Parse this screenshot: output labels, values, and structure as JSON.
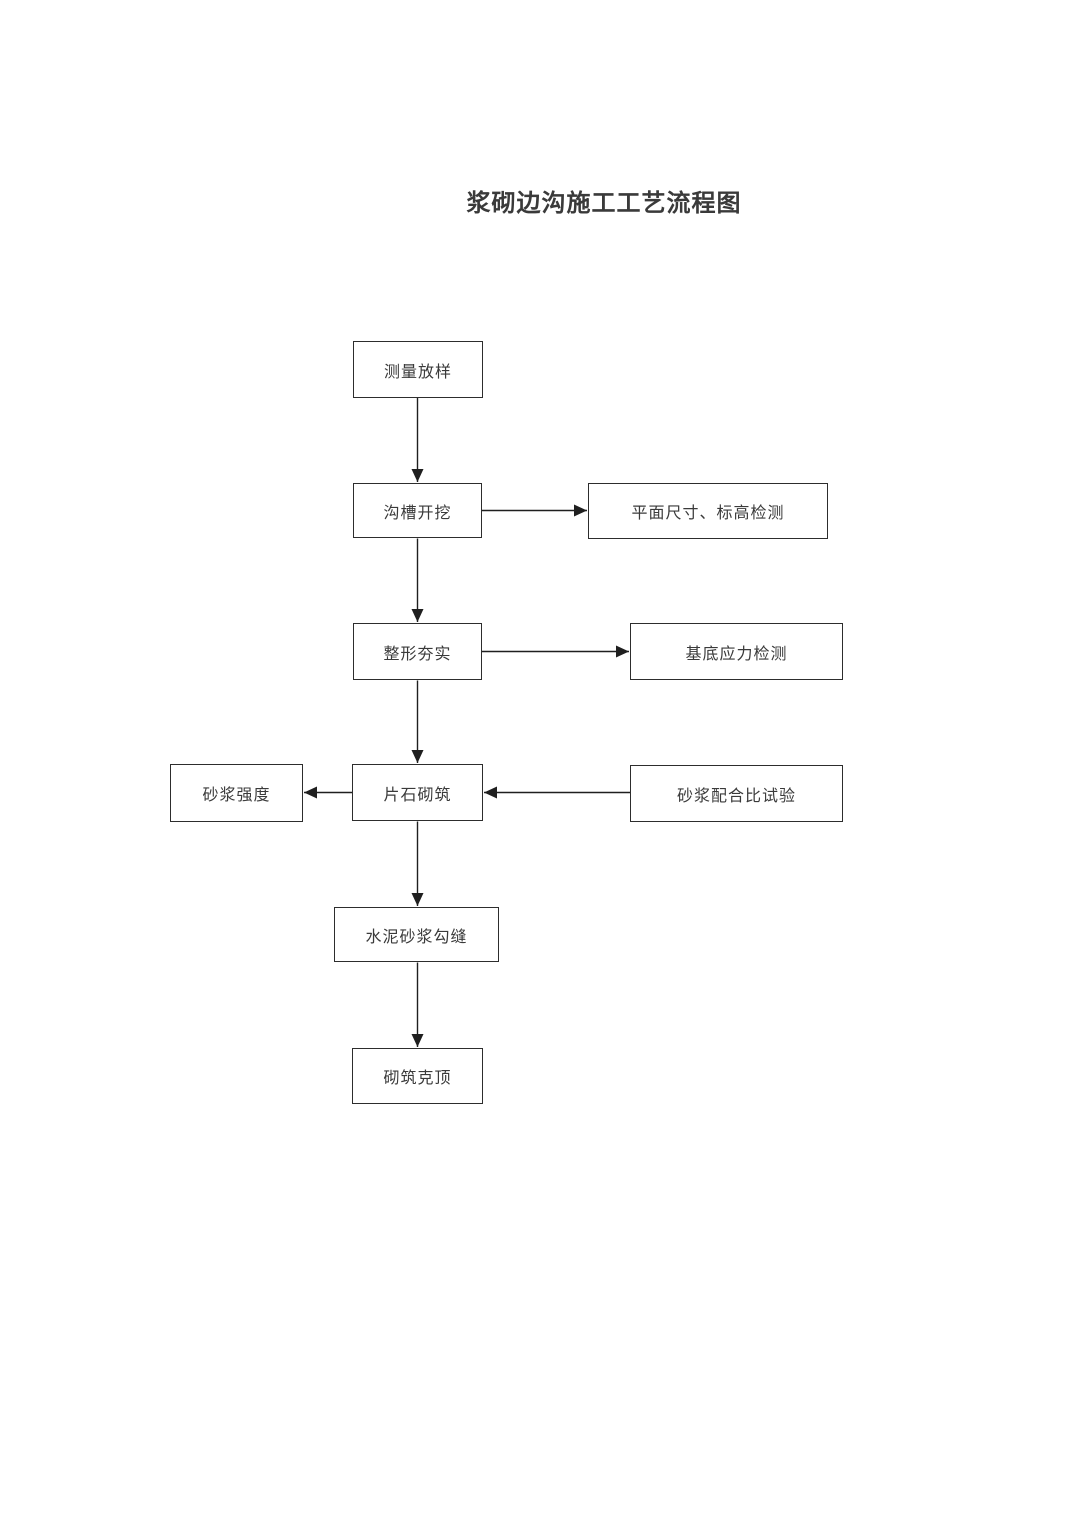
{
  "document": {
    "title": "浆砌边沟施工工艺流程图"
  },
  "flowchart": {
    "nodes": [
      {
        "id": "measure-layout",
        "label": "测量放样"
      },
      {
        "id": "trench-excavation",
        "label": "沟槽开挖"
      },
      {
        "id": "plane-elevation-check",
        "label": "平面尺寸、标高检测"
      },
      {
        "id": "shaping-compaction",
        "label": "整形夯实"
      },
      {
        "id": "base-stress-check",
        "label": "基底应力检测"
      },
      {
        "id": "mortar-strength",
        "label": "砂浆强度"
      },
      {
        "id": "rubble-masonry",
        "label": "片石砌筑"
      },
      {
        "id": "mortar-mix-ratio-test",
        "label": "砂浆配合比试验"
      },
      {
        "id": "cement-mortar-jointing",
        "label": "水泥砂浆勾缝"
      },
      {
        "id": "masonry-capping",
        "label": "砌筑克顶"
      }
    ],
    "edges": [
      {
        "from": "测量放样",
        "to": "沟槽开挖"
      },
      {
        "from": "沟槽开挖",
        "to": "平面尺寸、标高检测"
      },
      {
        "from": "沟槽开挖",
        "to": "整形夯实"
      },
      {
        "from": "整形夯实",
        "to": "基底应力检测"
      },
      {
        "from": "整形夯实",
        "to": "片石砌筑"
      },
      {
        "from": "片石砌筑",
        "to": "砂浆强度"
      },
      {
        "from": "砂浆配合比试验",
        "to": "片石砌筑"
      },
      {
        "from": "片石砌筑",
        "to": "水泥砂浆勾缝"
      },
      {
        "from": "水泥砂浆勾缝",
        "to": "砌筑克顶"
      }
    ],
    "colors": {
      "line": "#1f1f1f",
      "border": "#2d2d2d",
      "text": "#3a3a3a",
      "background": "#ffffff"
    }
  }
}
